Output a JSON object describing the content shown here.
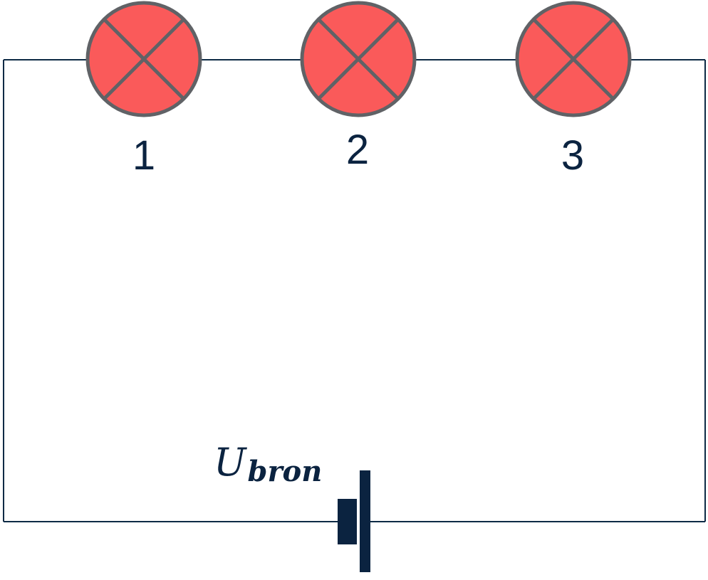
{
  "diagram": {
    "lamps": [
      {
        "label": "1"
      },
      {
        "label": "2"
      },
      {
        "label": "3"
      }
    ],
    "source": {
      "symbol": "U",
      "subscript": "bron"
    },
    "colors": {
      "wire": "#0d2a45",
      "lamp_fill": "#fa5a5a",
      "lamp_outline": "#606266",
      "text": "#0b2340"
    }
  }
}
